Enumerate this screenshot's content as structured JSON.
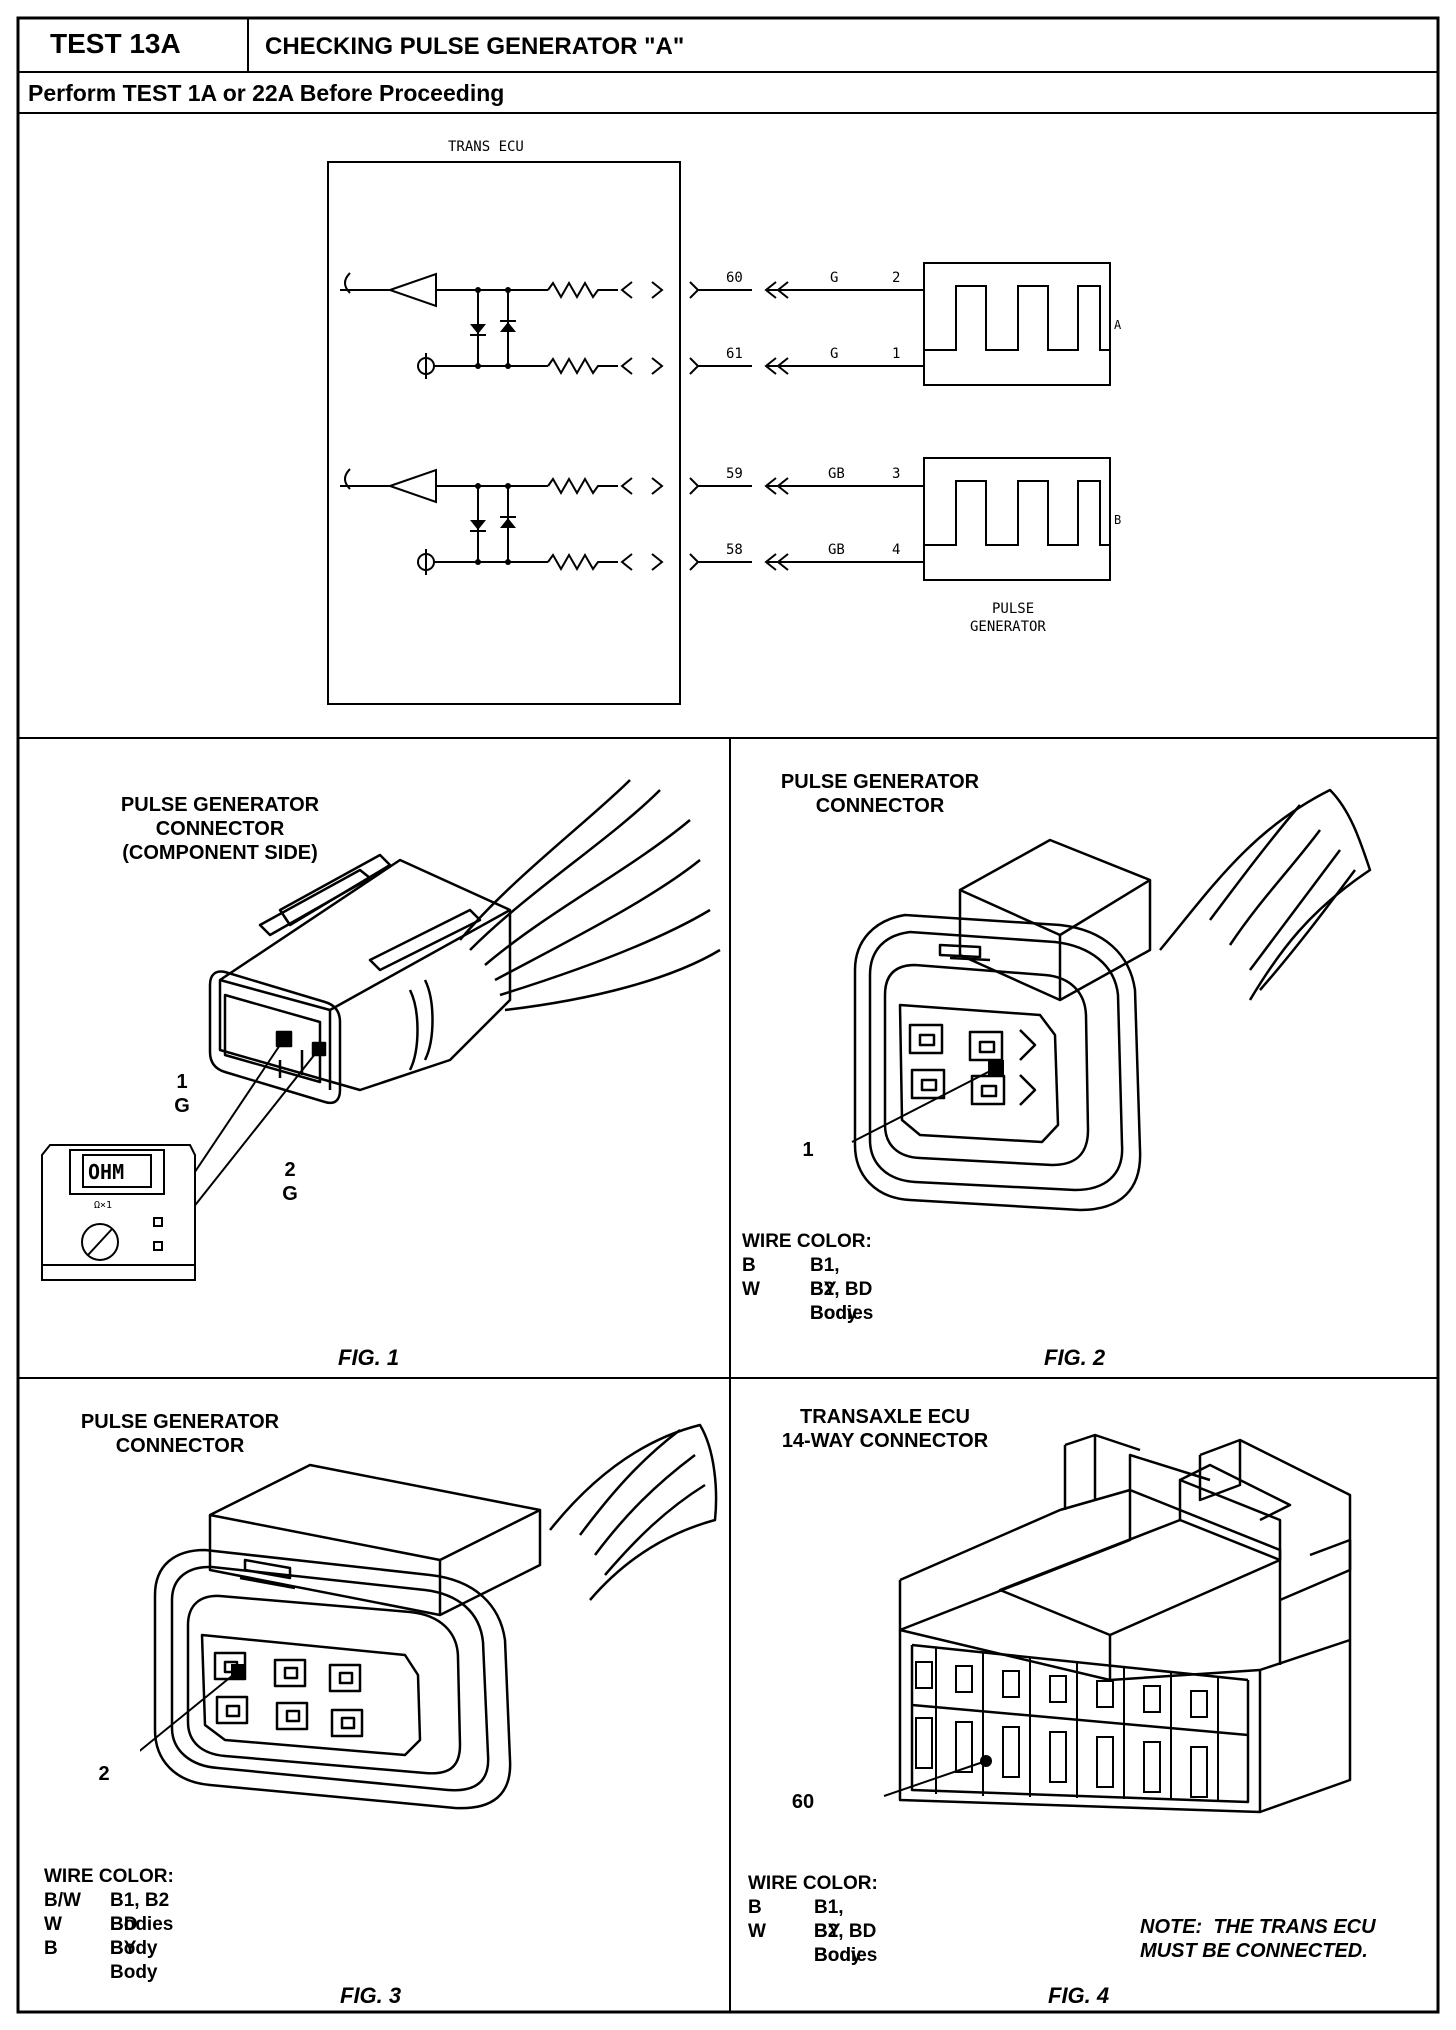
{
  "header": {
    "test_id": "TEST 13A",
    "title": "CHECKING PULSE GENERATOR \"A\"",
    "subtitle": "Perform TEST 1A or 22A Before Proceeding"
  },
  "schematic": {
    "ecu_label": "TRANS ECU",
    "pins": [
      "60",
      "61",
      "59",
      "58"
    ],
    "wires": [
      "G",
      "G",
      "GB",
      "GB"
    ],
    "terminals": [
      "2",
      "1",
      "3",
      "4"
    ],
    "gen_a_label": "A",
    "gen_b_label": "B",
    "gen_caption_1": "PULSE",
    "gen_caption_2": "GENERATOR"
  },
  "fig1": {
    "title_1": "PULSE GENERATOR",
    "title_2": "CONNECTOR",
    "title_3": "(COMPONENT SIDE)",
    "pin1_num": "1",
    "pin1_color": "G",
    "pin2_num": "2",
    "pin2_color": "G",
    "meter_display": "OHM",
    "meter_range": "Ω×1",
    "caption": "FIG. 1"
  },
  "fig2": {
    "title_1": "PULSE GENERATOR",
    "title_2": "CONNECTOR",
    "callout": "1",
    "wire_color_heading": "WIRE COLOR:",
    "rows": [
      {
        "code": "B",
        "desc": "B1, B2, BD Bodies"
      },
      {
        "code": "W",
        "desc": "BY Body"
      }
    ],
    "caption": "FIG. 2"
  },
  "fig3": {
    "title_1": "PULSE GENERATOR",
    "title_2": "CONNECTOR",
    "callout": "2",
    "wire_color_heading": "WIRE COLOR:",
    "rows": [
      {
        "code": "B/W",
        "desc": "B1, B2 Bodies"
      },
      {
        "code": "W",
        "desc": "BD Body"
      },
      {
        "code": "B",
        "desc": "BY Body"
      }
    ],
    "caption": "FIG. 3"
  },
  "fig4": {
    "title_1": "TRANSAXLE ECU",
    "title_2": "14-WAY CONNECTOR",
    "callout": "60",
    "wire_color_heading": "WIRE COLOR:",
    "rows": [
      {
        "code": "B",
        "desc": "B1, B2, BD Bodies"
      },
      {
        "code": "W",
        "desc": "BY Body"
      }
    ],
    "note_1": "NOTE:  THE TRANS ECU",
    "note_2": "MUST BE CONNECTED.",
    "caption": "FIG. 4"
  }
}
